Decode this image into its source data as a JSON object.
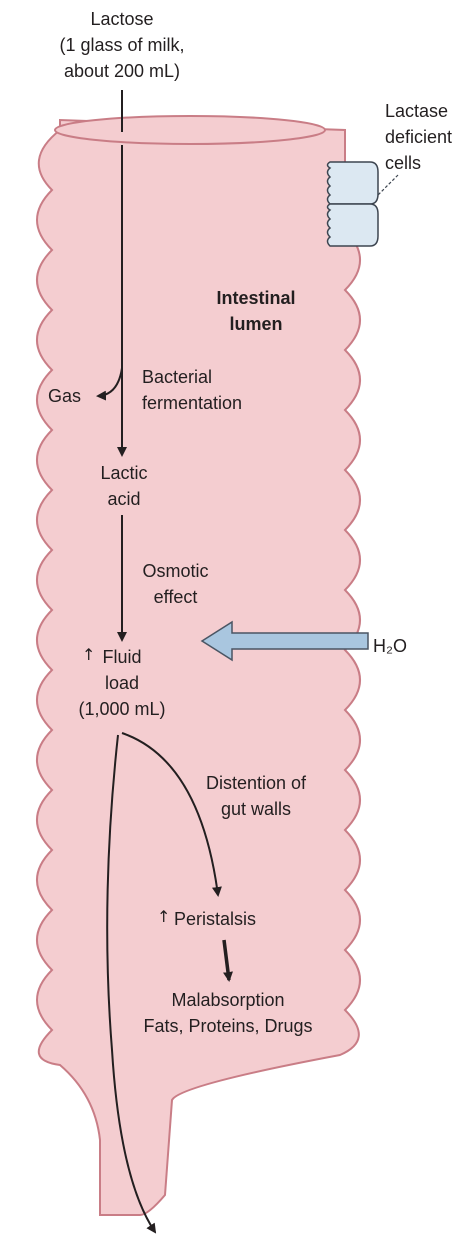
{
  "colors": {
    "intestine_fill": "#f4cdd0",
    "intestine_stroke": "#c97d86",
    "arrow": "#231f20",
    "cells_fill": "#dce8f2",
    "cells_stroke": "#3d4550",
    "water_arrow_fill": "#a9c6df",
    "water_arrow_stroke": "#4a5563",
    "text": "#231f20"
  },
  "labels": {
    "lactose": [
      "Lactose",
      "(1 glass of milk,",
      "about 200 mL)"
    ],
    "lactase_cells": [
      "Lactase",
      "deficient",
      "cells"
    ],
    "intestinal_lumen": [
      "Intestinal",
      "lumen"
    ],
    "gas": "Gas",
    "bacterial_fermentation": [
      "Bacterial",
      "fermentation"
    ],
    "lactic_acid": [
      "Lactic",
      "acid"
    ],
    "osmotic_effect": [
      "Osmotic",
      "effect"
    ],
    "water": "H₂O",
    "fluid_load": [
      "Fluid",
      "load",
      "(1,000 mL)"
    ],
    "distention": [
      "Distention of",
      "gut walls"
    ],
    "peristalsis": "Peristalsis",
    "malabsorption": [
      "Malabsorption",
      "Fats, Proteins, Drugs"
    ]
  },
  "icons": {
    "increase": "up-arrow-icon"
  }
}
